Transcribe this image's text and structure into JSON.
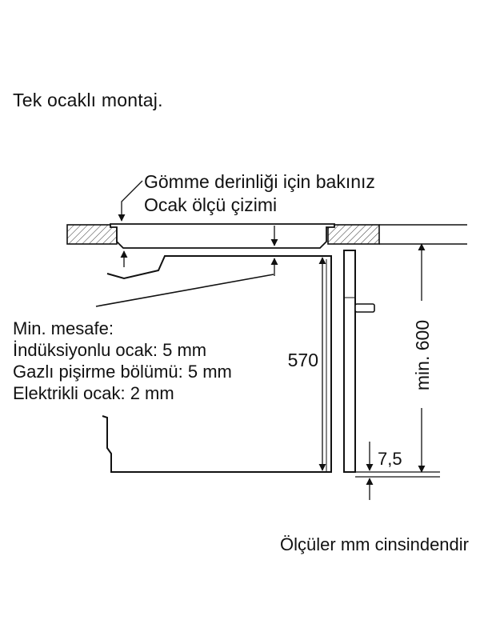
{
  "title": "Tek ocaklı montaj.",
  "hob_note": {
    "line1": "Gömme derinliği için bakınız",
    "line2": "Ocak ölçü çizimi"
  },
  "min_distance": {
    "heading": "Min. mesafe:",
    "items": [
      "İndüksiyonlu ocak: 5 mm",
      "Gazlı pişirme bölümü: 5 mm",
      "Elektrikli ocak: 2 mm"
    ]
  },
  "dimensions": {
    "oven_height": "570",
    "cabinet_height": "min. 600",
    "bottom_gap": "7,5"
  },
  "footer": "Ölçüler mm cinsindendir"
}
